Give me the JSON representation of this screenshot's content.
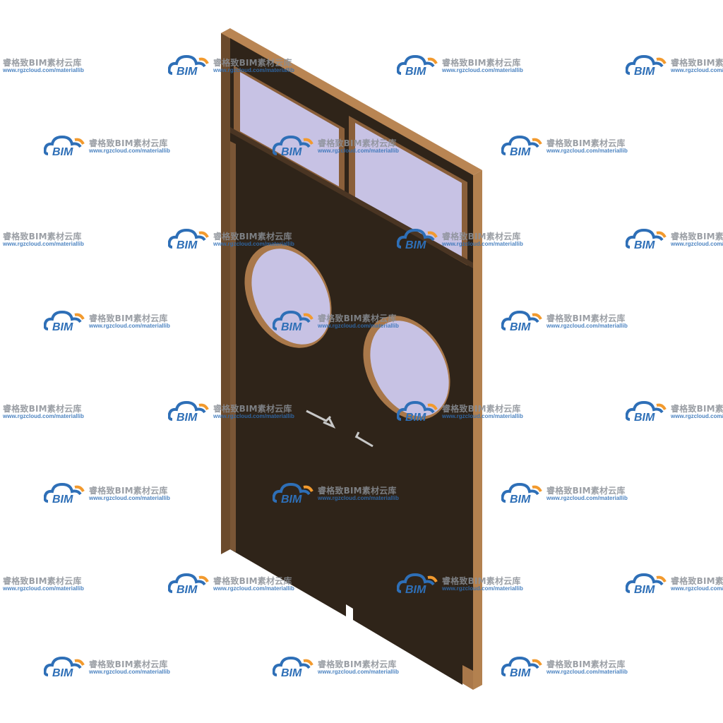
{
  "watermark": {
    "logo_text": "BIM",
    "title": "睿格致BIM素材云库",
    "url": "www.rgzcloud.com/materiallib"
  },
  "colors": {
    "frame": "#a9784a",
    "frame_dark": "#6b4a2c",
    "door_panel": "#2f2419",
    "glass": "#c7c2e4",
    "trim": "#8a5f3a",
    "logo_blue": "#2e6fb7",
    "logo_orange": "#f29a2e"
  },
  "icons": {
    "watermark_logo": "bim-cloud-logo-icon",
    "handle": "door-handle-icon"
  }
}
